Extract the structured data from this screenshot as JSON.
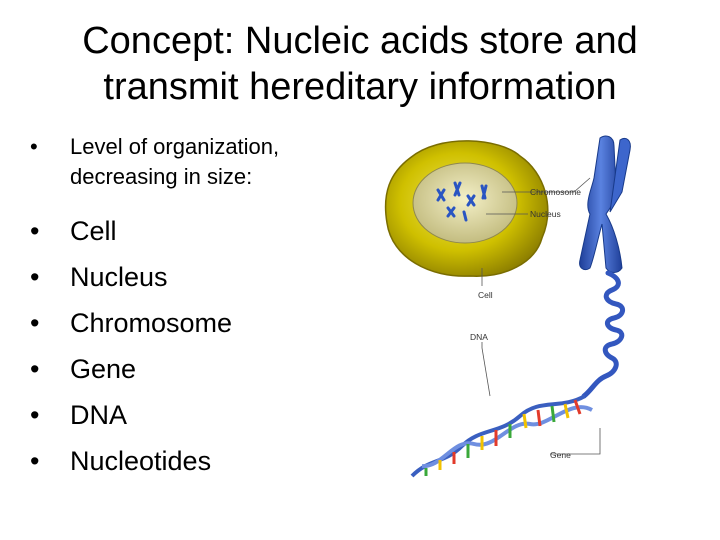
{
  "slide": {
    "title": "Concept: Nucleic acids store and transmit hereditary information",
    "intro": "Level of organization, decreasing in size:",
    "items": [
      "Cell",
      "Nucleus",
      "Chromosome",
      "Gene",
      "DNA",
      "Nucleotides"
    ]
  },
  "figure": {
    "labels": {
      "chromosome": "Chromosome",
      "nucleus": "Nucleus",
      "cell": "Cell",
      "dna": "DNA",
      "gene": "Gene"
    },
    "colors": {
      "cell": "#c9b800",
      "chromosome": "#2f54b3",
      "dna_backbone": "#3a5fc0"
    }
  }
}
